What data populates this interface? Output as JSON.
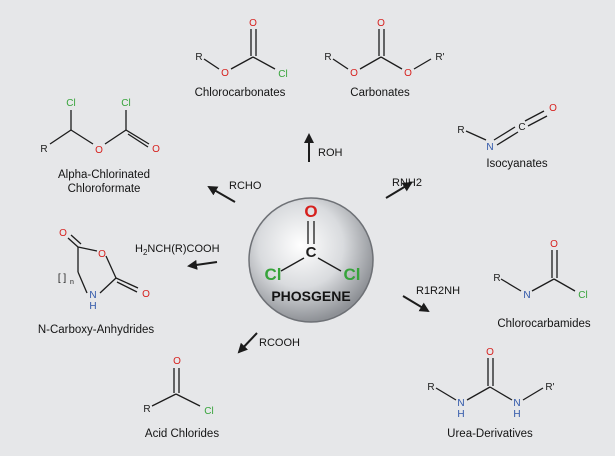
{
  "colors": {
    "background": "#e6e7e9",
    "oxygen": "#d6201d",
    "chlorine": "#36a33a",
    "nitrogen": "#2d55a8",
    "bond": "#1c1c1c"
  },
  "center": {
    "name": "PHOSGENE",
    "atoms": {
      "o": "O",
      "c": "C",
      "cl_left": "Cl",
      "cl_right": "Cl"
    }
  },
  "reagents": {
    "roh": "ROH",
    "rnh2": "RNH2",
    "rcho": "RCHO",
    "amino_acid_prefix": "H",
    "amino_acid_sub": "2",
    "amino_acid_rest": "NCH(R)COOH",
    "r1r2nh": "R1R2NH",
    "rcooh": "RCOOH"
  },
  "products": {
    "chlorocarbonates": {
      "label": "Chlorocarbonates",
      "atoms": {
        "r": "R",
        "o_single": "O",
        "o_double": "O",
        "cl": "Cl"
      }
    },
    "carbonates": {
      "label": "Carbonates",
      "atoms": {
        "r": "R",
        "o1": "O",
        "o_double": "O",
        "o2": "O",
        "r_prime": "R'"
      }
    },
    "isocyanates": {
      "label": "Isocyanates",
      "atoms": {
        "r": "R",
        "n": "N",
        "c": "C",
        "o": "O"
      }
    },
    "alpha": {
      "label_line1": "Alpha-Chlorinated",
      "label_line2": "Chloroformate",
      "atoms": {
        "cl1": "Cl",
        "cl2": "Cl",
        "r": "R",
        "o_single": "O",
        "o_double": "O"
      }
    },
    "nca": {
      "label": "N-Carboxy-Anhydrides",
      "atoms": {
        "o1": "O",
        "o_ring": "O",
        "o2": "O",
        "nh": "N",
        "nh_h": "H",
        "bracket": "[ ]",
        "subscript_n": "n"
      }
    },
    "chlorocarbamides": {
      "label": "Chlorocarbamides",
      "atoms": {
        "r": "R",
        "o": "O",
        "n": "N",
        "cl": "Cl"
      }
    },
    "acid_chlorides": {
      "label": "Acid Chlorides",
      "atoms": {
        "r": "R",
        "o": "O",
        "cl": "Cl"
      }
    },
    "urea": {
      "label": "Urea-Derivatives",
      "atoms": {
        "r": "R",
        "o": "O",
        "n1": "N",
        "h1": "H",
        "n2": "N",
        "h2": "H",
        "r_prime": "R'"
      }
    }
  }
}
